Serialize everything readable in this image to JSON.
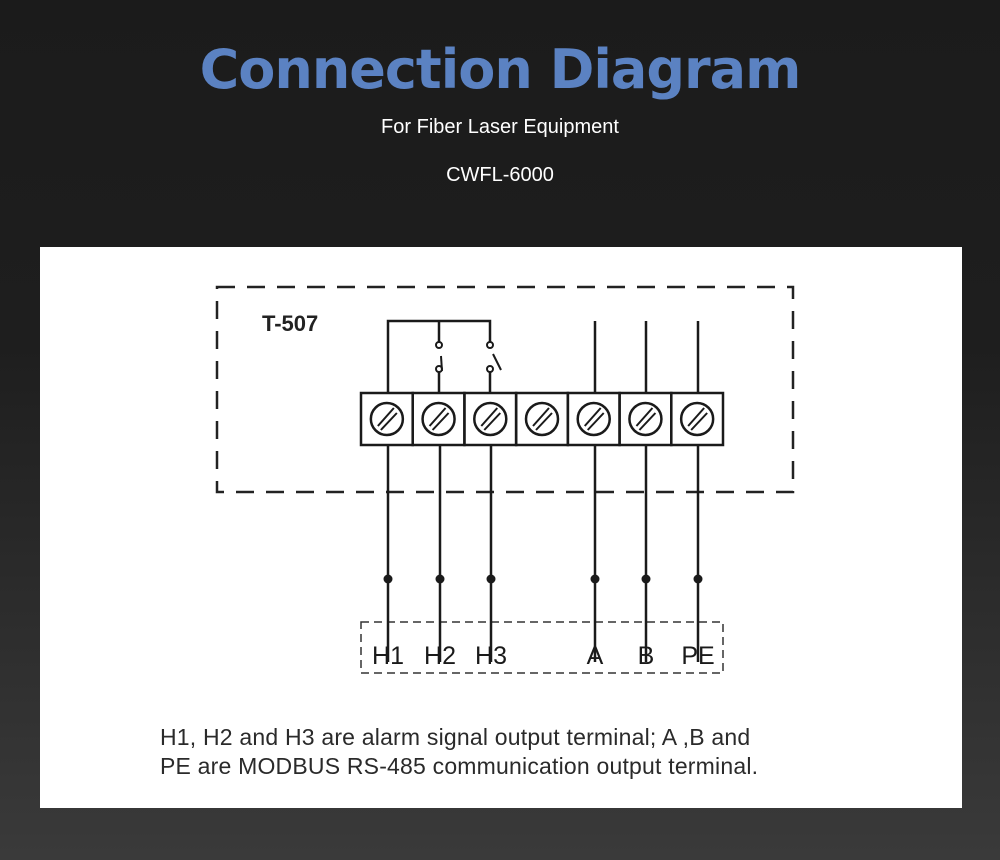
{
  "header": {
    "title": "Connection Diagram",
    "subtitle": "For Fiber Laser Equipment",
    "model": "CWFL-6000"
  },
  "diagram": {
    "device_label": "T-507",
    "terminals": [
      "H1",
      "H2",
      "H3",
      "",
      "A",
      "B",
      "PE"
    ],
    "note_line1": "H1, H2 and H3 are alarm signal output terminal; A ,B and",
    "note_line2": "PE  are MODBUS RS-485 communication output terminal."
  },
  "colors": {
    "title": "#5b82c2",
    "background": "#1b1b1b",
    "panel": "#ffffff"
  }
}
